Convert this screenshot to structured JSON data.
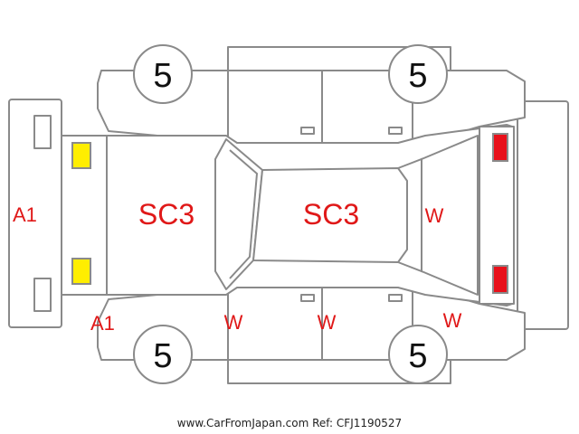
{
  "marks": {
    "front_bumper": "A1",
    "front_corner": "A1",
    "hood": "SC3",
    "roof": "SC3",
    "rear_glass": "W",
    "front_right_pillar": "W",
    "rear_right_pillar": "W",
    "rear_right_corner": "W"
  },
  "wheels": {
    "front_left": "5",
    "rear_left": "5",
    "front_right": "5",
    "rear_right": "5"
  },
  "colors": {
    "outline": "#8a8a8a",
    "mark_text": "#e01818",
    "headlight": "#ffee00",
    "taillight": "#e8101a"
  },
  "footer": {
    "source": "www.CarFromJapan.com Ref: CFJ1190527"
  }
}
